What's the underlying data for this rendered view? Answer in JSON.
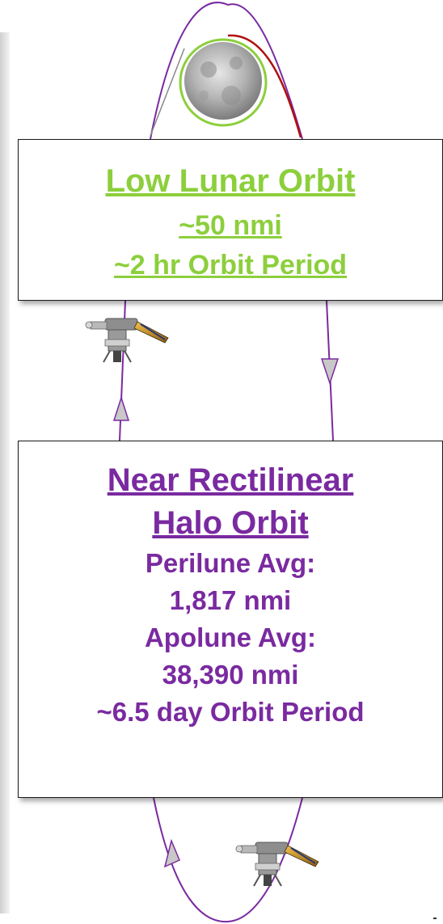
{
  "colors": {
    "llo_text": "#8ccf3c",
    "nrho_text": "#7a2aa0",
    "orbit_line": "#7a2aa0",
    "llo_ring": "#8ccf3c",
    "descent_arc": "#b01010",
    "arrow_fill": "#c8c8c8",
    "box_border": "#1a1a1a"
  },
  "low_lunar_orbit": {
    "title": "Low Lunar Orbit",
    "altitude": "~50 nmi",
    "period": "~2 hr Orbit Period"
  },
  "near_rectilinear_halo_orbit": {
    "title_line1": "Near Rectilinear",
    "title_line2": "Halo Orbit",
    "perilune_label": "Perilune Avg:",
    "perilune_value": "1,817 nmi",
    "apolune_label": "Apolune Avg:",
    "apolune_value": "38,390 nmi",
    "period": "~6.5 day Orbit Period"
  },
  "icons": [
    "moon-icon",
    "spacecraft-icon",
    "spacecraft-icon",
    "direction-arrow-icon"
  ]
}
